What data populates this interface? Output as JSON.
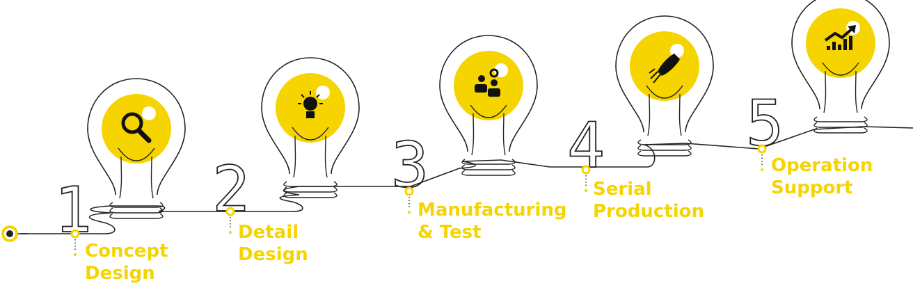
{
  "accent_color": "#f5d400",
  "line_color": "#222222",
  "steps": [
    {
      "number": "1",
      "line1": "Concept",
      "line2": "Design",
      "icon": "magnifier-icon"
    },
    {
      "number": "2",
      "line1": "Detail",
      "line2": "Design",
      "icon": "lightbulb-icon"
    },
    {
      "number": "3",
      "line1": "Manufacturing",
      "line2": "& Test",
      "icon": "team-gear-icon"
    },
    {
      "number": "4",
      "line1": "Serial",
      "line2": "Production",
      "icon": "rocket-icon"
    },
    {
      "number": "5",
      "line1": "Operation",
      "line2": "Support",
      "icon": "growth-chart-icon"
    }
  ]
}
